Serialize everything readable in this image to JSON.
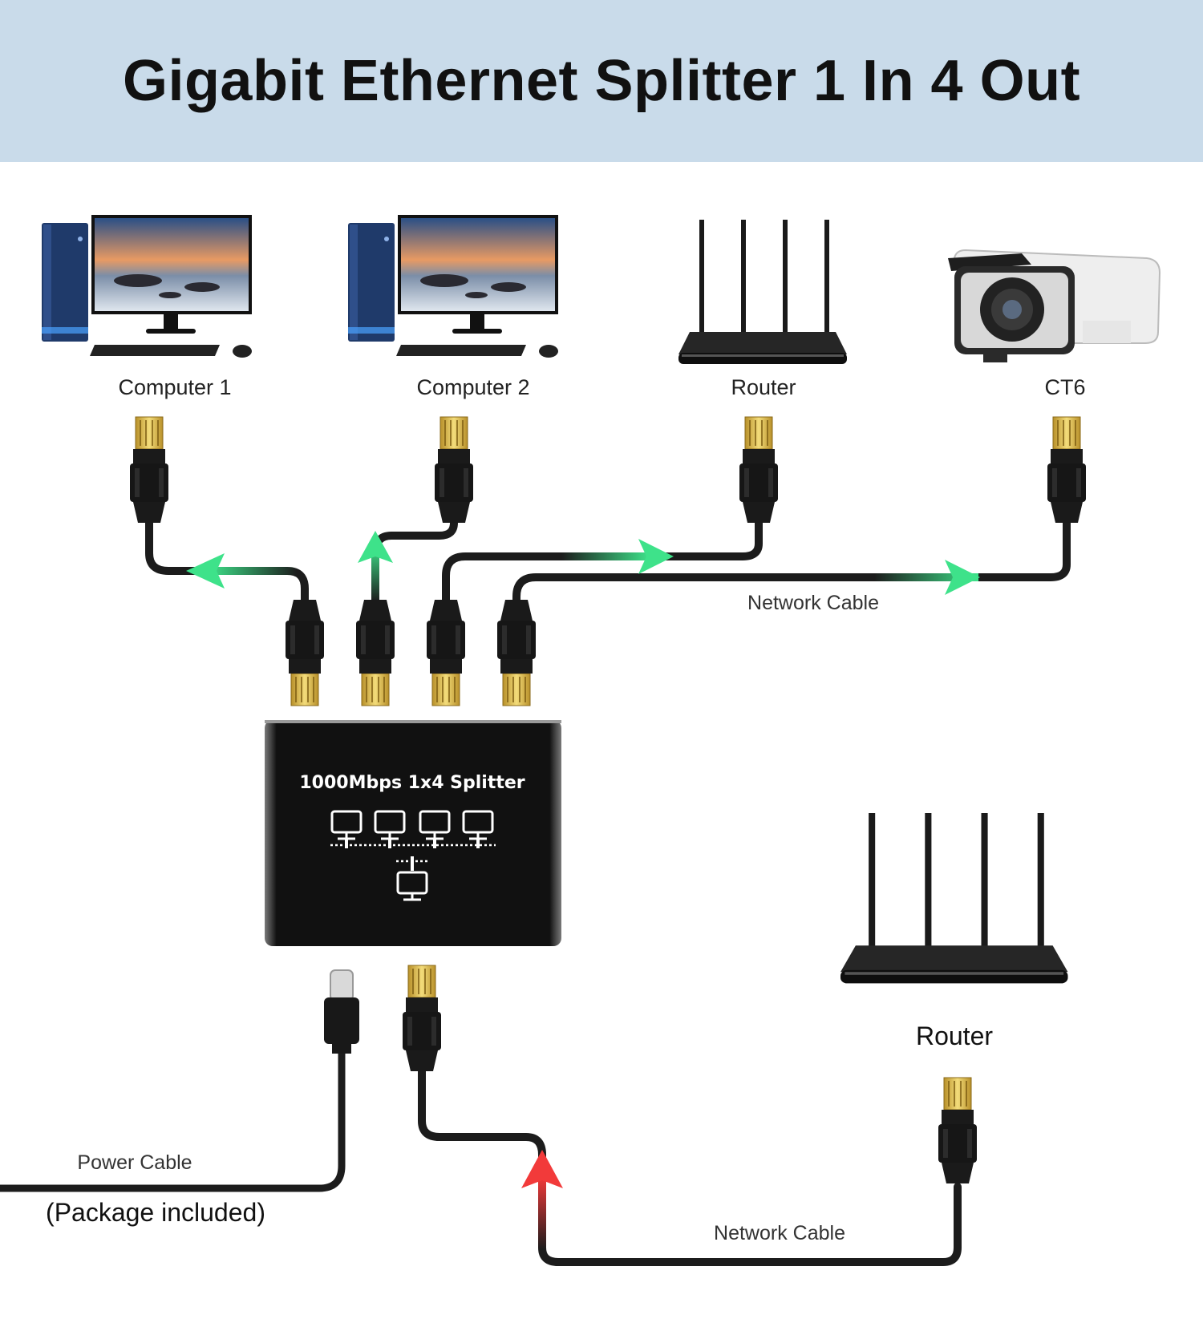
{
  "title": "Gigabit Ethernet Splitter 1 In 4 Out",
  "devices": {
    "computer1": "Computer 1",
    "computer2": "Computer 2",
    "router_top": "Router",
    "camera": "CT6",
    "router_bottom": "Router"
  },
  "cables": {
    "network_top": "Network Cable",
    "network_bottom": "Network Cable",
    "power": "Power Cable",
    "package_note": "(Package included)"
  },
  "splitter": {
    "label": "1000Mbps 1x4 Splitter"
  },
  "icons": [
    "desktop-computer-icon",
    "router-icon",
    "bullet-camera-icon",
    "rj45-connector-icon",
    "usb-c-connector-icon",
    "network-topology-icon"
  ],
  "colors": {
    "header_bg": "#c9dbea",
    "arrow_out": "#3ee28a",
    "arrow_in": "#f23a3a",
    "cable": "#1c1c1c"
  }
}
